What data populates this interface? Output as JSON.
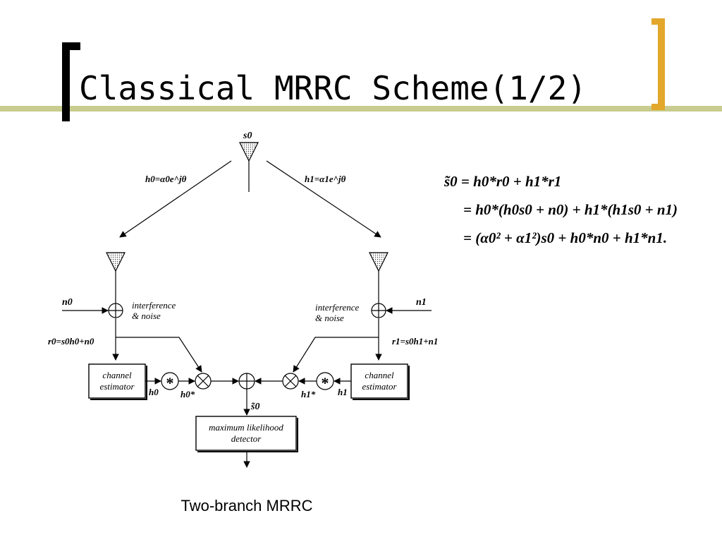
{
  "slide": {
    "title": "Classical MRRC Scheme(1/2)",
    "caption": "Two-branch MRRC"
  },
  "diagram": {
    "tx_label": "s0",
    "h0_label": "h0=α0e^jθ",
    "h1_label": "h1=α1e^jθ",
    "noise_left": "n0",
    "noise_right": "n1",
    "interference_left_1": "interference",
    "interference_left_2": "& noise",
    "interference_right_1": "interference",
    "interference_right_2": "& noise",
    "r0_label": "r0=s0h0+n0",
    "r1_label": "r1=s0h1+n1",
    "chan_est_left_1": "channel",
    "chan_est_left_2": "estimator",
    "chan_est_right_1": "channel",
    "chan_est_right_2": "estimator",
    "h0_out": "h0",
    "h0_conj": "h0*",
    "h1_out": "h1",
    "h1_conj": "h1*",
    "combined": "s̃0",
    "mld_1": "maximum likelihood",
    "mld_2": "detector"
  },
  "equations": {
    "line1": "s̃0 = h0*r0 + h1*r1",
    "line2": "= h0*(h0s0 + n0) + h1*(h1s0 + n1)",
    "line3": "= (α0² + α1²)s0 + h0*n0 + h1*n1."
  }
}
